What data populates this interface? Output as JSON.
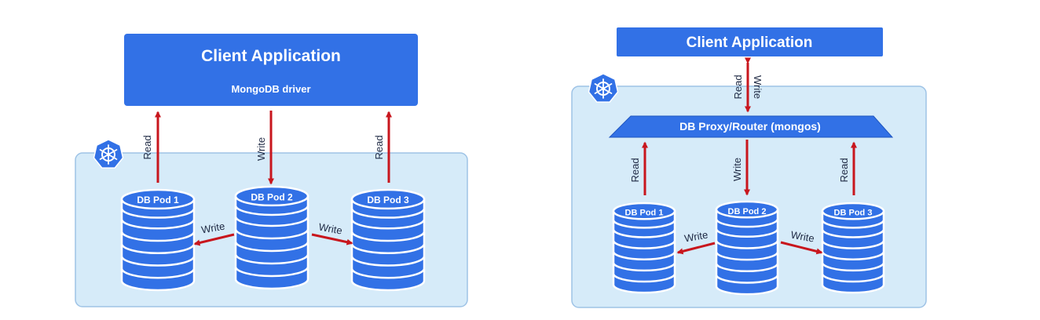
{
  "colors": {
    "blue": "#3271e6",
    "blue_dark": "#1f56c0",
    "panel_fill": "#d6ebf9",
    "panel_stroke": "#9ec3e6",
    "arrow": "#c8161d"
  },
  "left_diagram": {
    "client_title": "Client Application",
    "driver_label": "MongoDB driver",
    "cluster_icon": "kubernetes-helm-icon",
    "pods": [
      {
        "label": "DB Pod 1"
      },
      {
        "label": "DB Pod 2"
      },
      {
        "label": "DB Pod 3"
      }
    ],
    "arrows": {
      "pod1_read": "Read",
      "pod2_write": "Write",
      "pod3_read": "Read",
      "replicate_to_pod1": "Write",
      "replicate_to_pod3": "Write"
    }
  },
  "right_diagram": {
    "client_title": "Client Application",
    "cluster_icon": "kubernetes-helm-icon",
    "proxy_label": "DB Proxy/Router (mongos)",
    "client_proxy_read": "Read",
    "client_proxy_write": "Write",
    "pods": [
      {
        "label": "DB Pod 1"
      },
      {
        "label": "DB Pod 2"
      },
      {
        "label": "DB Pod 3"
      }
    ],
    "arrows": {
      "pod1_read": "Read",
      "pod2_write": "Write",
      "pod3_read": "Read",
      "replicate_to_pod1": "Write",
      "replicate_to_pod3": "Write"
    }
  }
}
